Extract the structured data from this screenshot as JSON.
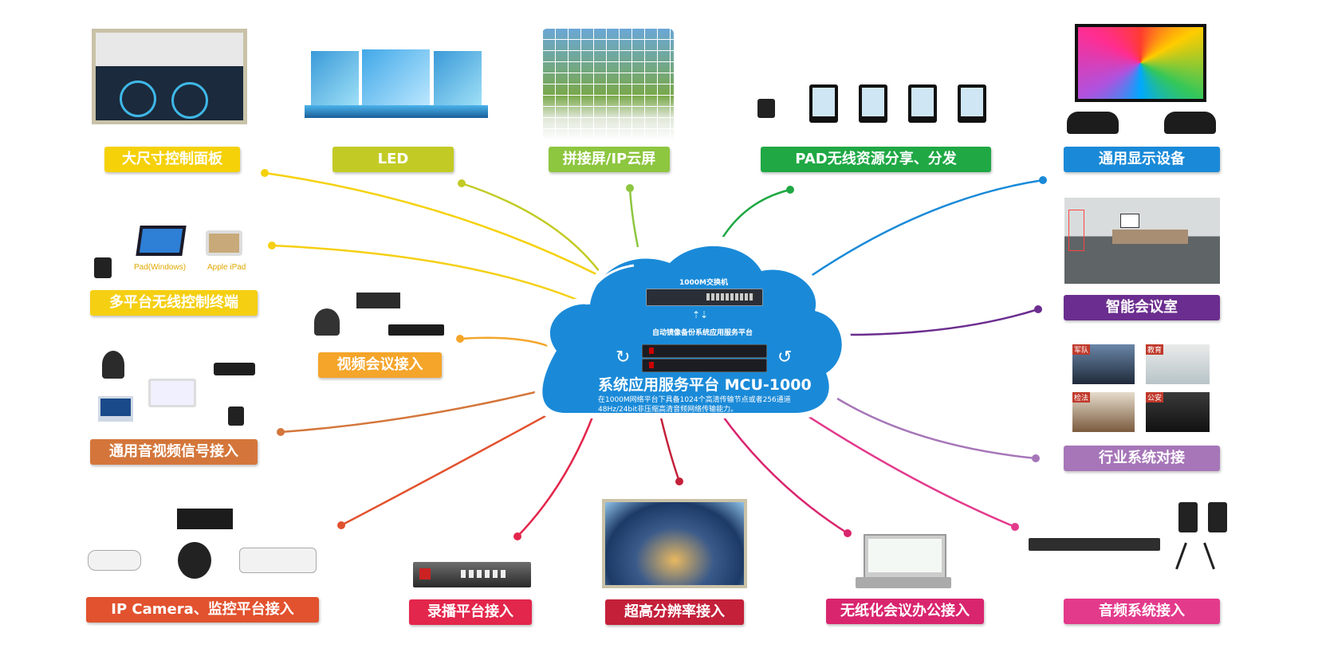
{
  "colors": {
    "cloud": "#1a8ad8",
    "cloud_dark": "#0d6db8"
  },
  "center": {
    "switch_label": "1000M交换机",
    "backup_label": "自动镜像备份系统应用服务平台",
    "title": "系统应用服务平台 MCU-1000",
    "desc_line1": "在1000M网络平台下具备1024个高清传输节点或者256通道",
    "desc_line2": "48Hz/24bit非压缩高清音频网络传输能力。"
  },
  "nodes": [
    {
      "id": "large-panel",
      "label": "大尺寸控制面板",
      "color": "#f5d10a",
      "icon": "touch-panel-icon"
    },
    {
      "id": "led",
      "label": "LED",
      "color": "#c2cb25",
      "icon": "led-stage-icon"
    },
    {
      "id": "splice-screen",
      "label": "拼接屏/IP云屏",
      "color": "#8dc63f",
      "icon": "video-wall-icon"
    },
    {
      "id": "pad-wireless",
      "label": "PAD无线资源分享、分发",
      "color": "#1fa844",
      "icon": "tablets-icon"
    },
    {
      "id": "display",
      "label": "通用显示设备",
      "color": "#1a8ad8",
      "icon": "projector-icon"
    },
    {
      "id": "wireless-terminal",
      "label": "多平台无线控制终端",
      "color": "#f5cf12",
      "icon": "wireless-terminal-icon"
    },
    {
      "id": "video-conf",
      "label": "视频会议接入",
      "color": "#f4a52a",
      "icon": "conference-camera-icon"
    },
    {
      "id": "smart-room",
      "label": "智能会议室",
      "color": "#6b2d8f",
      "icon": "meeting-room-icon"
    },
    {
      "id": "av-signal",
      "label": "通用音视频信号接入",
      "color": "#d4763b",
      "icon": "av-devices-icon"
    },
    {
      "id": "industry",
      "label": "行业系统对接",
      "color": "#a676b8",
      "icon": "industry-icon"
    },
    {
      "id": "ip-camera",
      "label": "IP Camera、监控平台接入",
      "color": "#e2522e",
      "icon": "ip-camera-icon"
    },
    {
      "id": "recording",
      "label": "录播平台接入",
      "color": "#e3264b",
      "icon": "recorder-icon"
    },
    {
      "id": "uhd",
      "label": "超高分辨率接入",
      "color": "#c4203a",
      "icon": "city-display-icon"
    },
    {
      "id": "paperless",
      "label": "无纸化会议办公接入",
      "color": "#d9256e",
      "icon": "paperless-terminal-icon"
    },
    {
      "id": "audio",
      "label": "音频系统接入",
      "color": "#e33a8c",
      "icon": "audio-system-icon"
    }
  ],
  "device_labels": {
    "pad_windows": "Pad(Windows)",
    "apple_ipad": "Apple iPad"
  },
  "industry_tags": [
    "军队",
    "教育",
    "检法",
    "公安"
  ]
}
